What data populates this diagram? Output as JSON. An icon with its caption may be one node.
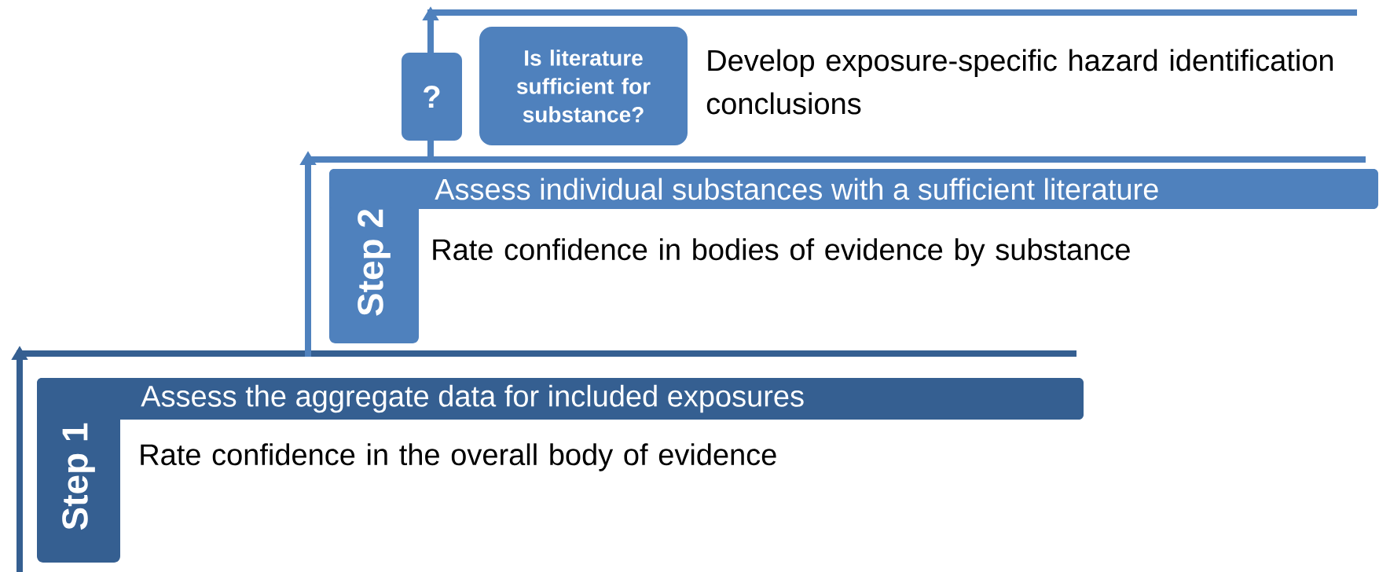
{
  "diagram": {
    "nodes": [
      {
        "text": [
          "Step 1"
        ]
      },
      {
        "text": [
          "Assess the aggregate data for included exposures"
        ],
        "beside": [
          "Rate confidence in the overall body of evidence"
        ]
      },
      {
        "text": [
          "Step 2"
        ]
      },
      {
        "text": [
          "Assess individual substances with a sufficient literature"
        ],
        "beside": [
          "Rate confidence in bodies of evidence by substance"
        ]
      },
      {
        "text": [
          "?"
        ]
      },
      {
        "text": [
          "Is literature sufficient for substance?"
        ],
        "beside": [
          "Develop exposure-specific hazard identification conclusions"
        ]
      }
    ]
  }
}
